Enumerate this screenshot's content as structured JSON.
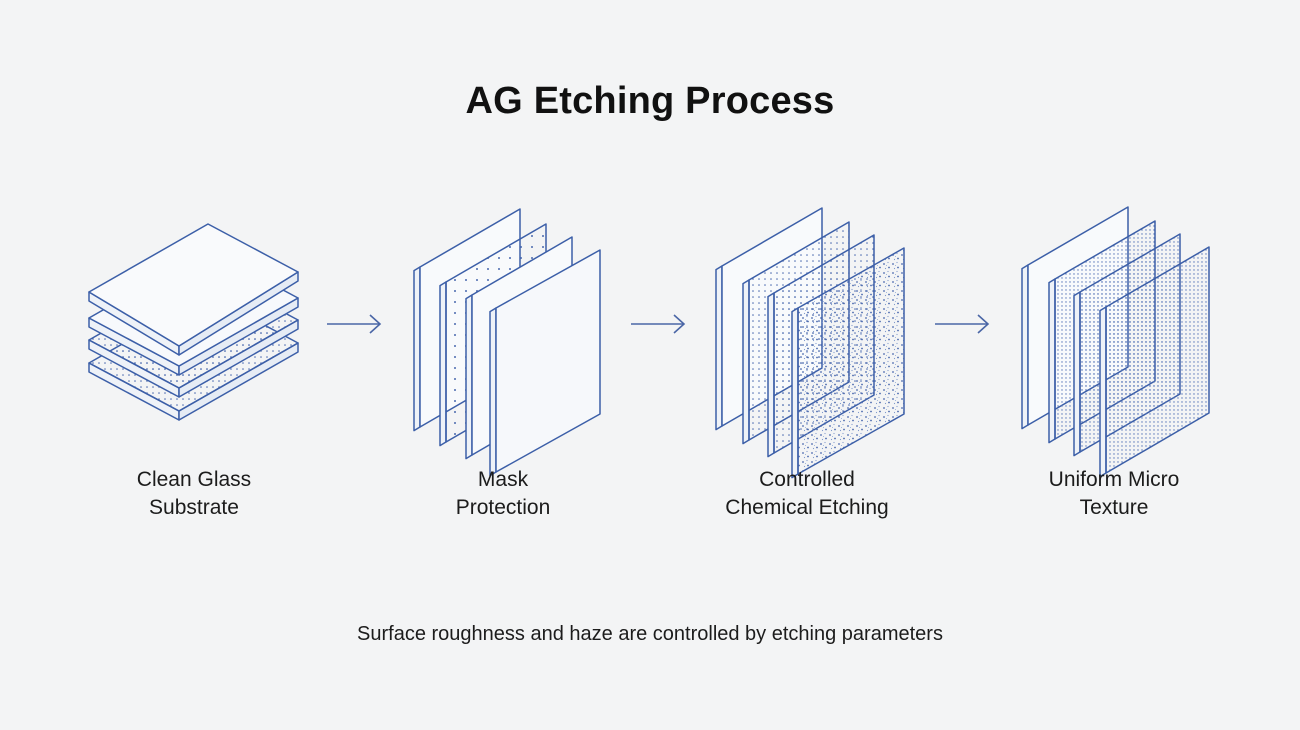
{
  "title": "AG Etching Process",
  "steps": [
    {
      "line1": "Clean Glass",
      "line2": "Substrate",
      "illustration": "stacked-glass-sheets"
    },
    {
      "line1": "Mask",
      "line2": "Protection",
      "illustration": "masked-glass-panels"
    },
    {
      "line1": "Controlled",
      "line2": "Chemical Etching",
      "illustration": "etched-glass-panels"
    },
    {
      "line1": "Uniform Micro",
      "line2": "Texture",
      "illustration": "textured-glass-panels"
    }
  ],
  "footnote": "Surface roughness and haze are controlled by etching parameters",
  "colors": {
    "background": "#f3f4f5",
    "line": "#3c5fa8",
    "panel_fill": "#f9fafc",
    "etch_fill": "#dde7f4",
    "text": "#1a1a1a"
  }
}
